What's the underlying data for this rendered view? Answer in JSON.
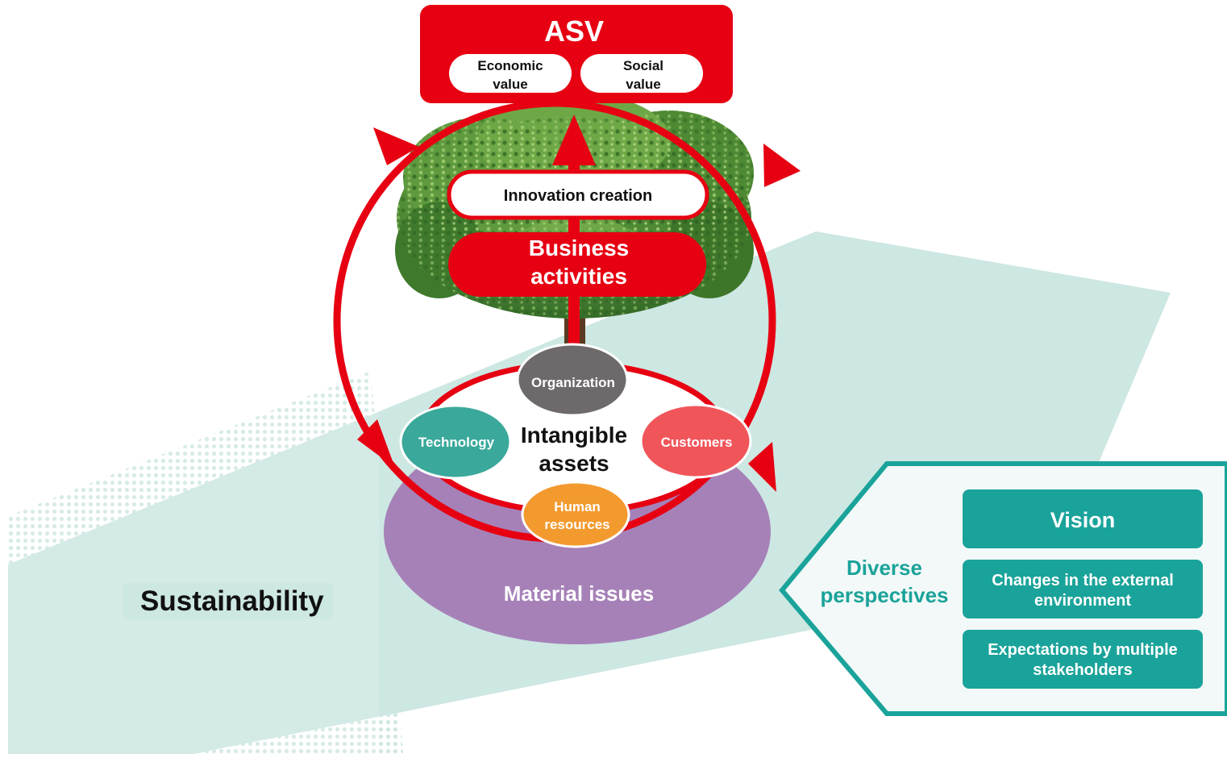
{
  "asv": {
    "title": "ASV",
    "economic_value": [
      "Economic",
      "value"
    ],
    "social_value": [
      "Social",
      "value"
    ]
  },
  "innovation_creation": "Innovation creation",
  "business_activities": [
    "Business",
    "activities"
  ],
  "intangible_assets": {
    "title": [
      "Intangible",
      "assets"
    ],
    "organization": "Organization",
    "technology": "Technology",
    "customers": "Customers",
    "human_resources": [
      "Human",
      "resources"
    ]
  },
  "material_issues": "Material issues",
  "sustainability": "Sustainability",
  "perspectives": {
    "title": [
      "Diverse",
      "perspectives"
    ],
    "vision": "Vision",
    "external_environment": [
      "Changes in the external",
      "environment"
    ],
    "stakeholders": [
      "Expectations by multiple",
      "stakeholders"
    ]
  },
  "colors": {
    "red": "#e60012",
    "teal": "#1aa39a",
    "teal_light": "#cde7e2",
    "purple": "#a681b8",
    "gray": "#6e6a6b",
    "coral": "#f0555a",
    "orange": "#f39a2f",
    "tech_teal": "#3aa89b",
    "tree_green": "#4f8a33"
  }
}
